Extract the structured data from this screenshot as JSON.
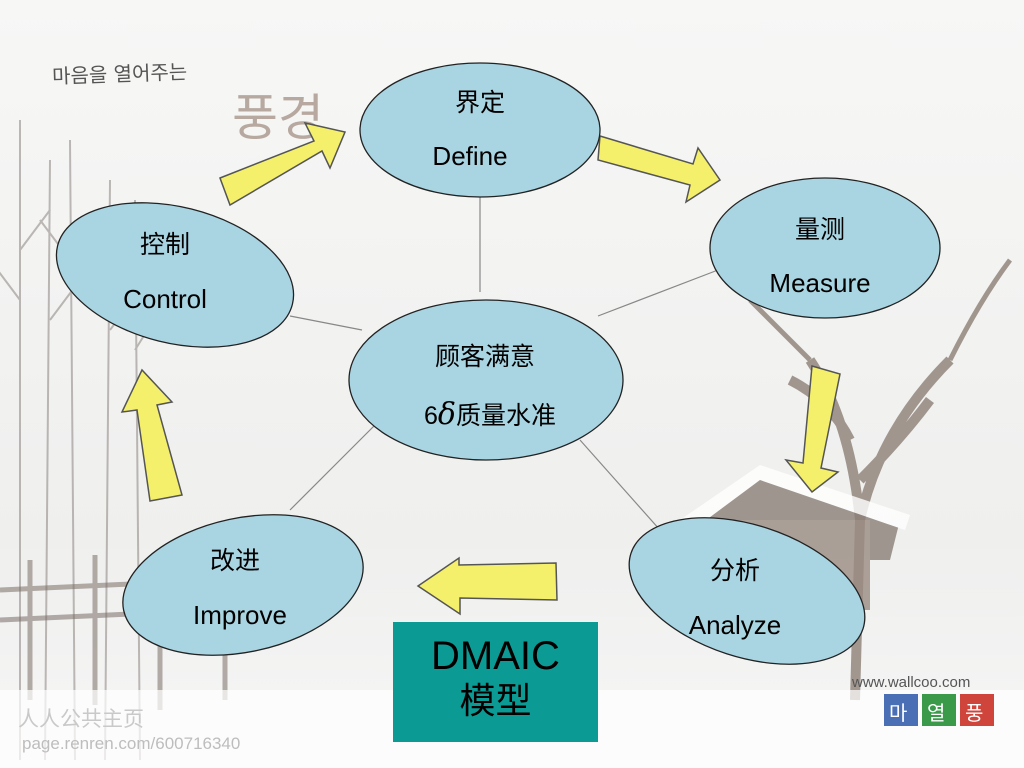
{
  "center": {
    "line1": "顾客满意",
    "line2_number": "6",
    "line2_symbol": "δ",
    "line2_text": "质量水准"
  },
  "stages": [
    {
      "key": "define",
      "cn": "界定",
      "en": "Define"
    },
    {
      "key": "measure",
      "cn": "量测",
      "en": "Measure"
    },
    {
      "key": "analyze",
      "cn": "分析",
      "en": "Analyze"
    },
    {
      "key": "improve",
      "cn": "改进",
      "en": "Improve"
    },
    {
      "key": "control",
      "cn": "控制",
      "en": "Control"
    }
  ],
  "model_box": {
    "title": "DMAIC",
    "subtitle": "模型"
  },
  "background": {
    "korean_title": "마음을 열어주는",
    "korean_brush": "풍경",
    "site": "www.wallcoo.com",
    "badge": [
      "마",
      "열",
      "풍"
    ],
    "watermark_cn": "人人公共主页",
    "watermark_url": "page.renren.com/600716340"
  },
  "colors": {
    "oval_fill": "#a9d4e2",
    "arrow_fill": "#f5f06c",
    "box_fill": "#0b9a94"
  }
}
